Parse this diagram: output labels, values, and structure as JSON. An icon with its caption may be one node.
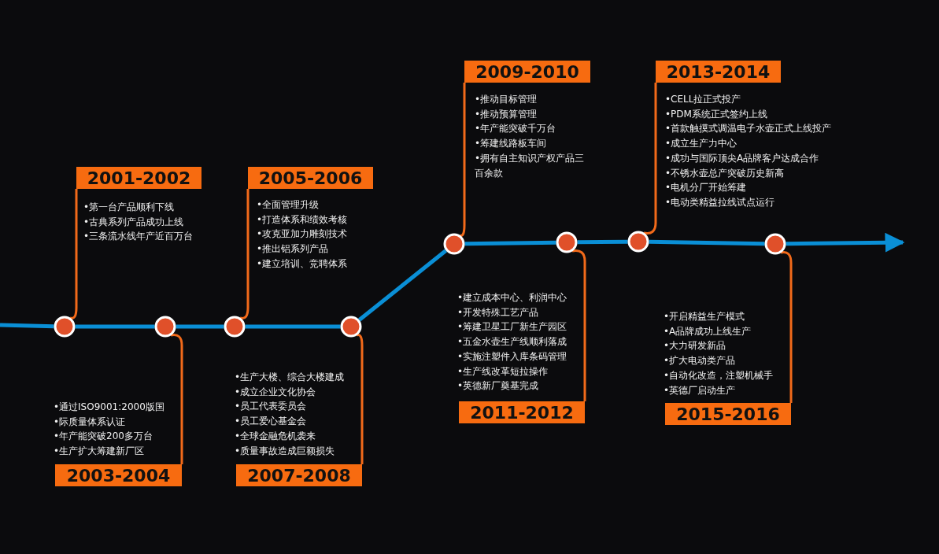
{
  "diagram": {
    "nodes": [
      {
        "text": [
          "2001-2002"
        ],
        "beside": [
          "•第一台产品顺利下线",
          "•古典系列产品成功上线",
          "•三条流水线年产近百万台"
        ]
      },
      {
        "text": [
          "2003-2004"
        ],
        "beside": [
          "•通过ISO9001:2000版国",
          "•际质量体系认证",
          "•年产能突破200多万台",
          "•生产扩大筹建新厂区"
        ]
      },
      {
        "text": [
          "2005-2006"
        ],
        "beside": [
          "•全面管理升级",
          "•打造体系和绩效考核",
          "•攻克亚加力雕刻技术",
          "•推出铝系列产品",
          "•建立培训、竞聘体系"
        ]
      },
      {
        "text": [
          "2007-2008"
        ],
        "beside": [
          "•生产大楼、综合大楼建成",
          "•成立企业文化协会",
          "•员工代表委员会",
          "•员工爱心基金会",
          "•全球金融危机袭来",
          "•质量事故造成巨额损失"
        ]
      },
      {
        "text": [
          "2009-2010"
        ],
        "beside": [
          "•推动目标管理",
          "•推动预算管理",
          "•年产能突破千万台",
          "•筹建线路板车间",
          "•拥有自主知识产权产品三百余款"
        ]
      },
      {
        "text": [
          "2011-2012"
        ],
        "beside": [
          "•建立成本中心、利润中心",
          "•开发特殊工艺产品",
          "•筹建卫星工厂新生产园区",
          "•五金水壶生产线顺利落成",
          "•实施注塑件入库条码管理",
          "•生产线改革短拉操作",
          "•英德新厂奠基完成"
        ]
      },
      {
        "text": [
          "2013-2014"
        ],
        "beside": [
          "•CELL拉正式投产",
          "•PDM系统正式签约上线",
          "•首款触摸式调温电子水壶正式上线投产",
          "•成立生产力中心",
          "•成功与国际顶尖A品牌客户达成合作",
          "•不锈水壶总产突破历史新高",
          "•电机分厂开始筹建",
          "•电动类精益拉线试点运行"
        ]
      },
      {
        "text": [
          "2015-2016"
        ],
        "beside": [
          "•开启精益生产模式",
          "•A品牌成功上线生产",
          "•大力研发新品",
          "•扩大电动类产品",
          "•自动化改造，注塑机械手",
          "•英德厂启动生产"
        ]
      },
      {
        "text": [],
        "shape": "circle"
      },
      {
        "text": [],
        "shape": "circle"
      },
      {
        "text": [],
        "shape": "circle"
      },
      {
        "text": [],
        "shape": "circle"
      },
      {
        "text": [],
        "shape": "circle"
      },
      {
        "text": [],
        "shape": "circle"
      },
      {
        "text": [],
        "shape": "circle"
      },
      {
        "text": [],
        "shape": "circle"
      }
    ],
    "edges": [
      {
        "from": 8,
        "to": 0,
        "arrow": "none",
        "color": "#f26a1a"
      },
      {
        "from": 9,
        "to": 1,
        "arrow": "none",
        "color": "#f26a1a"
      },
      {
        "from": 10,
        "to": 2,
        "arrow": "none",
        "color": "#f26a1a"
      },
      {
        "from": 11,
        "to": 3,
        "arrow": "none",
        "color": "#f26a1a"
      },
      {
        "from": 12,
        "to": 4,
        "arrow": "none",
        "color": "#f26a1a"
      },
      {
        "from": 13,
        "to": 5,
        "arrow": "none",
        "color": "#f26a1a"
      },
      {
        "from": 14,
        "to": 6,
        "arrow": "none",
        "color": "#f26a1a"
      },
      {
        "from": 15,
        "to": 7,
        "arrow": "none",
        "color": "#f26a1a"
      },
      {
        "from": null,
        "to": 8,
        "arrow": "none"
      },
      {
        "from": 8,
        "to": 9,
        "arrow": "none"
      },
      {
        "from": 9,
        "to": 10,
        "arrow": "none"
      },
      {
        "from": 10,
        "to": 11,
        "arrow": "none"
      },
      {
        "from": 11,
        "to": 12,
        "arrow": "none"
      },
      {
        "from": 12,
        "to": 13,
        "arrow": "none"
      },
      {
        "from": 13,
        "to": 14,
        "arrow": "none"
      },
      {
        "from": 14,
        "to": 15,
        "arrow": "none"
      },
      {
        "from": 15,
        "to": null,
        "arrow": "to"
      }
    ]
  }
}
